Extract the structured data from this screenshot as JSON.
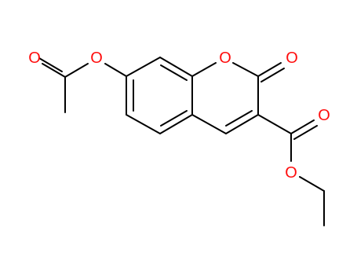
{
  "molecule": {
    "bond_color": "#000000",
    "oxygen_color": "#ff0d0d",
    "atoms": {
      "o_acyl_carbonyl": "O",
      "o_acyl_ester": "O",
      "o_ring": "O",
      "o_lactone_carbonyl": "O",
      "o_ester_carbonyl": "O",
      "o_ester_alkoxy": "O"
    }
  }
}
